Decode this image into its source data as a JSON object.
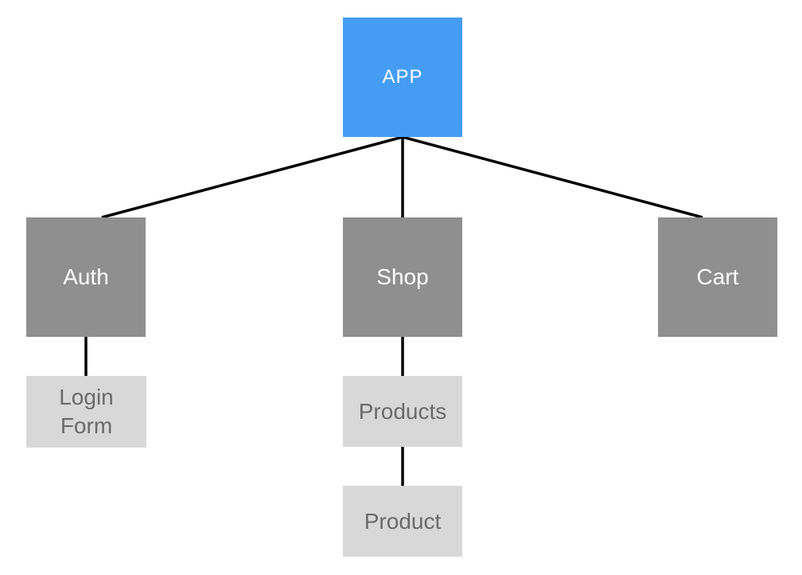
{
  "diagram": {
    "kind": "component-tree",
    "nodes": {
      "app": {
        "label": "APP",
        "level": "root",
        "fill": "#459df3",
        "text_color": "#ffffff"
      },
      "auth": {
        "label": "Auth",
        "level": "branch",
        "fill": "#8f8f8f",
        "text_color": "#ffffff"
      },
      "shop": {
        "label": "Shop",
        "level": "branch",
        "fill": "#8f8f8f",
        "text_color": "#ffffff"
      },
      "cart": {
        "label": "Cart",
        "level": "branch",
        "fill": "#8f8f8f",
        "text_color": "#ffffff"
      },
      "login_form": {
        "label": "Login Form",
        "level": "leaf",
        "fill": "#d8d8d8",
        "text_color": "#6a6a6a"
      },
      "products": {
        "label": "Products",
        "level": "leaf",
        "fill": "#d8d8d8",
        "text_color": "#6a6a6a"
      },
      "product": {
        "label": "Product",
        "level": "leaf",
        "fill": "#d8d8d8",
        "text_color": "#6a6a6a"
      }
    },
    "edges": [
      {
        "from": "app",
        "to": "auth"
      },
      {
        "from": "app",
        "to": "shop"
      },
      {
        "from": "app",
        "to": "cart"
      },
      {
        "from": "auth",
        "to": "login_form"
      },
      {
        "from": "shop",
        "to": "products"
      },
      {
        "from": "products",
        "to": "product"
      }
    ],
    "edge_color": "#000000",
    "background": "#ffffff"
  }
}
